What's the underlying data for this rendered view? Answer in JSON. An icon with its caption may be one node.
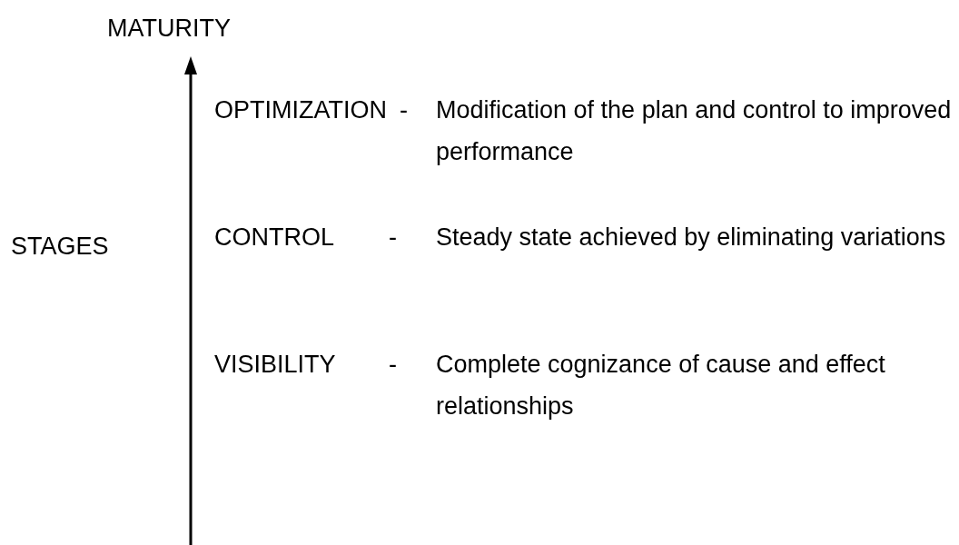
{
  "diagram": {
    "labels": [
      "MATURITY",
      "STAGES",
      "OPTIMIZATION",
      "-",
      "Modification of the plan and control to improved performance",
      "CONTROL",
      "-",
      "Steady state achieved by eliminating variations",
      "VISIBILITY",
      "-",
      "Complete cognizance of cause and effect relationships"
    ]
  }
}
